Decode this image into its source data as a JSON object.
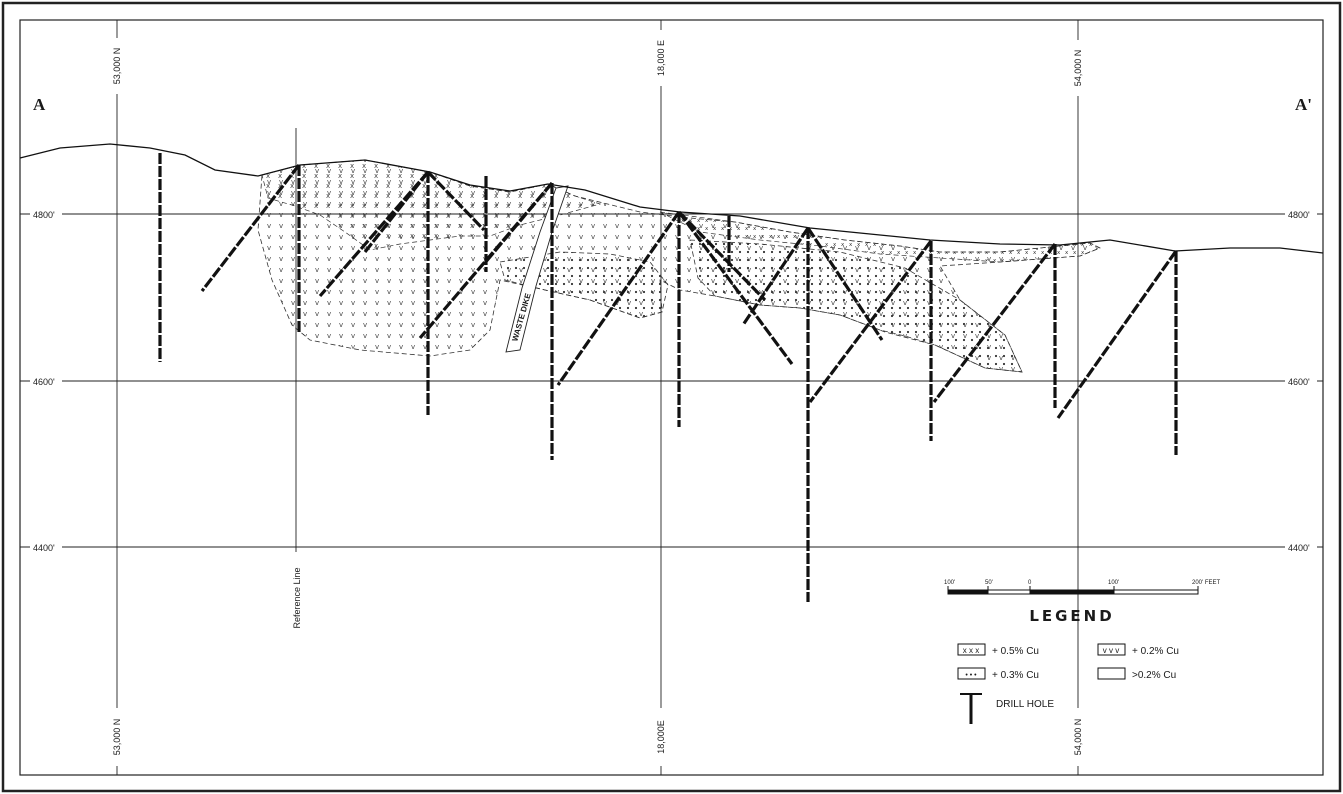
{
  "section": {
    "start_label": "A",
    "end_label": "A'"
  },
  "grid": {
    "northings": [
      "53,000 N",
      "54,000 N"
    ],
    "easting": "18,000 E",
    "easting_bottom": "18,000E",
    "elevations": [
      "4800'",
      "4600'",
      "4400'"
    ]
  },
  "reference_line": "Reference Line",
  "waste_dike": "WASTE DIKE",
  "scale": {
    "labels": [
      "100'",
      "50'",
      "0",
      "100'",
      "200' FEET"
    ]
  },
  "legend": {
    "title": "LEGEND",
    "items": [
      {
        "symbol": "x x x",
        "label": "+ 0.5% Cu"
      },
      {
        "symbol": "v v v",
        "label": "+ 0.2% Cu"
      },
      {
        "symbol": "• • •",
        "label": "+ 0.3% Cu"
      },
      {
        "symbol": "",
        "label": ">0.2% Cu"
      }
    ],
    "drill_hole": "DRILL HOLE"
  }
}
